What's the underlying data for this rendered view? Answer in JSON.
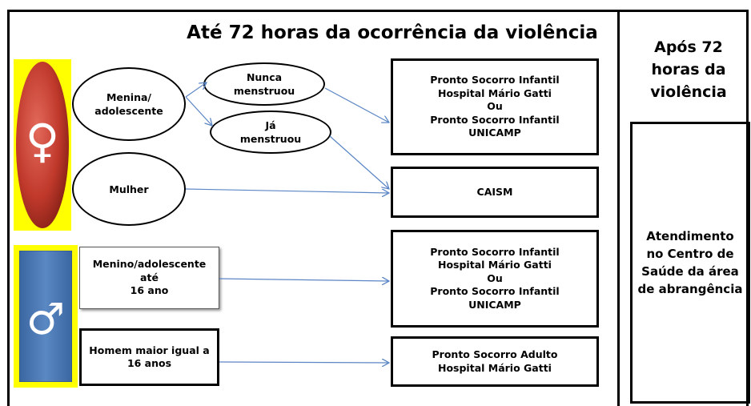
{
  "header": {
    "title": "Até 72 horas da ocorrência da violência",
    "after_title": [
      "Após 72",
      "horas da",
      "violência"
    ]
  },
  "female": {
    "symbol": "♀",
    "symbol_icon": "female-symbol-icon",
    "nodes": {
      "girl": [
        "Menina/",
        "adolescente"
      ],
      "never": [
        "Nunca",
        "menstruou"
      ],
      "already": [
        "Já",
        "menstruou"
      ],
      "woman": [
        "Mulher"
      ]
    }
  },
  "male": {
    "symbol": "♂",
    "symbol_icon": "male-symbol-icon",
    "nodes": {
      "boy": [
        "Menino/adolescente",
        "até",
        "16 ano"
      ],
      "man": [
        "Homem maior igual a",
        "16 anos"
      ]
    }
  },
  "destinations": {
    "ps_infantil_1": [
      "Pronto Socorro Infantil",
      "Hospital Mário Gatti",
      "Ou",
      "Pronto Socorro Infantil",
      "UNICAMP"
    ],
    "caism": [
      "CAISM"
    ],
    "ps_infantil_2": [
      "Pronto Socorro Infantil",
      "Hospital Mário Gatti",
      "Ou",
      "Pronto Socorro Infantil",
      "UNICAMP"
    ],
    "ps_adulto": [
      "Pronto Socorro Adulto",
      "Hospital Mário Gatti"
    ]
  },
  "after_box": [
    "Atendimento",
    "no Centro de",
    "Saúde da área",
    "de abrangência"
  ],
  "colors": {
    "female_accent": "#c0392b",
    "male_accent": "#4a78b0",
    "highlight": "#ffff00",
    "arrow": "#5b86c5"
  }
}
